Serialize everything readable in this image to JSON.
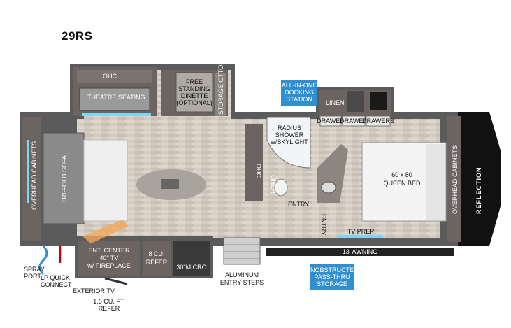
{
  "model": "29RS",
  "brand_logo": "REFLECTION",
  "rooms": {
    "ohc_top": "OHC",
    "theatre_seating": "THEATRE SEATING",
    "dinette": [
      "FREE",
      "STANDING",
      "DINETTE",
      "(OPTIONAL)"
    ],
    "storage_ottoman": "STORAGE OTTOMAN",
    "overhead_cabinets_left": "OVERHEAD CABINETS",
    "tri_fold_sofa": "TRI-FOLD SOFA",
    "ohc_mid": "OHC",
    "linen_mid": "LINEN",
    "shower": [
      "RADIUS",
      "SHOWER",
      "w/SKYLIGHT"
    ],
    "linen_top": "LINEN",
    "drawer1": "DRAWER",
    "drawer2": "DRAWER",
    "drawers3": "DRAWERS",
    "bed": [
      "60 x 80",
      "QUEEN BED"
    ],
    "overhead_cabinets_right": "OVERHEAD CABINETS",
    "entry1": "ENTRY",
    "entry2": "ENTRY",
    "tv_prep": "TV PREP",
    "awning": "13' AWNING",
    "ent_center": [
      "ENT. CENTER",
      "40\" TV",
      "w/ FIREPLACE"
    ],
    "refer": [
      "8 CU.",
      "REFER"
    ],
    "micro": "30\"MICRO"
  },
  "callouts": {
    "docking_station": [
      "ALL-IN-ONE",
      "DOCKING",
      "STATION"
    ],
    "pass_thru": [
      "UNOBSTRUCTED",
      "PASS-THRU",
      "STORAGE"
    ],
    "spray_port": [
      "SPRAY",
      "PORT"
    ],
    "lp_quick_connect": [
      "LP QUICK",
      "CONNECT"
    ],
    "exterior_tv": "EXTERIOR TV",
    "ext_refer": [
      "1.6 CU. FT.",
      "REFER"
    ],
    "aluminum_steps": [
      "ALUMINUM",
      "ENTRY STEPS"
    ]
  },
  "colors": {
    "wall": "#5b5b5b",
    "floor": "#cfc7bd",
    "cabinet": "#6b6460",
    "callout_blue": "#2f8fd0",
    "led_blue": "#7fd6f2",
    "cap_black": "#111111"
  }
}
